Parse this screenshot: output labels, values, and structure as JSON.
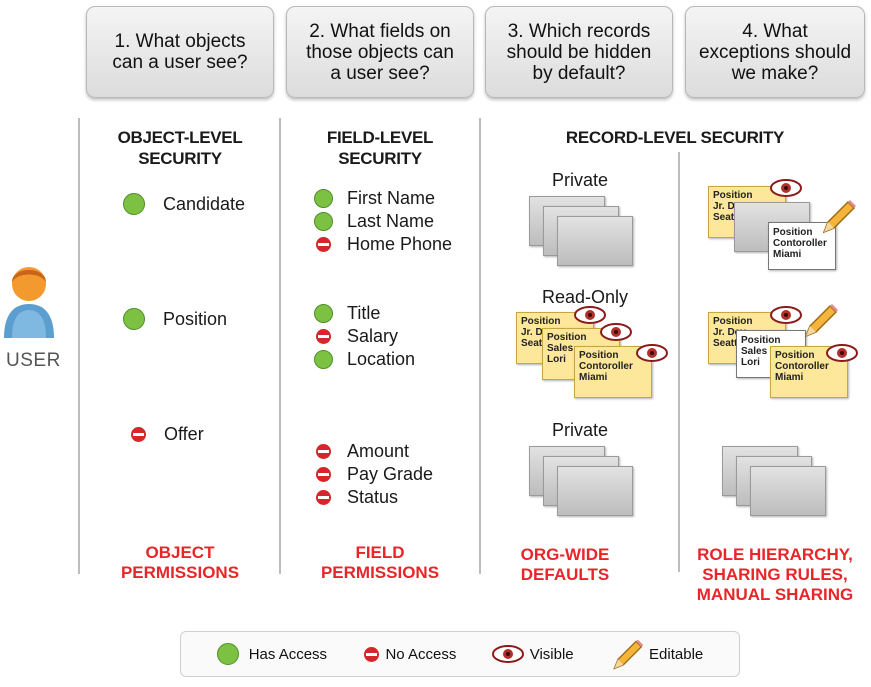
{
  "questions": [
    "1. What objects\ncan a user see?",
    "2. What fields on\nthose objects can\na user see?",
    "3. Which records\nshould be hidden\nby default?",
    "4. What\nexceptions should\nwe make?"
  ],
  "user_label": "USER",
  "headings": {
    "object": "OBJECT-LEVEL\nSECURITY",
    "field": "FIELD-LEVEL\nSECURITY",
    "record": "RECORD-LEVEL SECURITY"
  },
  "objects": [
    {
      "label": "Candidate",
      "access": "has"
    },
    {
      "label": "Position",
      "access": "has"
    },
    {
      "label": "Offer",
      "access": "no"
    }
  ],
  "field_groups": [
    [
      {
        "label": "First Name",
        "access": "has"
      },
      {
        "label": "Last Name",
        "access": "has"
      },
      {
        "label": "Home Phone",
        "access": "no"
      }
    ],
    [
      {
        "label": "Title",
        "access": "has"
      },
      {
        "label": "Salary",
        "access": "no"
      },
      {
        "label": "Location",
        "access": "has"
      }
    ],
    [
      {
        "label": "Amount",
        "access": "no"
      },
      {
        "label": "Pay Grade",
        "access": "no"
      },
      {
        "label": "Status",
        "access": "no"
      }
    ]
  ],
  "record_labels": [
    "Private",
    "Read-Only",
    "Private"
  ],
  "cards": {
    "c1": "Position\nJr. Dev\nSeattle",
    "c2": "Position\nSales\nLori",
    "c3": "Position\nContoroller\nMiami"
  },
  "footers": {
    "object": "OBJECT\nPERMISSIONS",
    "field": "FIELD\nPERMISSIONS",
    "org": "ORG-WIDE\nDEFAULTS",
    "role": "ROLE HIERARCHY,\nSHARING RULES,\nMANUAL SHARING"
  },
  "legend": {
    "has_access": "Has Access",
    "no_access": "No Access",
    "visible": "Visible",
    "editable": "Editable"
  },
  "colors": {
    "has_access": "#7cc142",
    "no_access": "#d7262b",
    "footer_text": "#e8262a",
    "card_yellow": "#fde79b"
  }
}
